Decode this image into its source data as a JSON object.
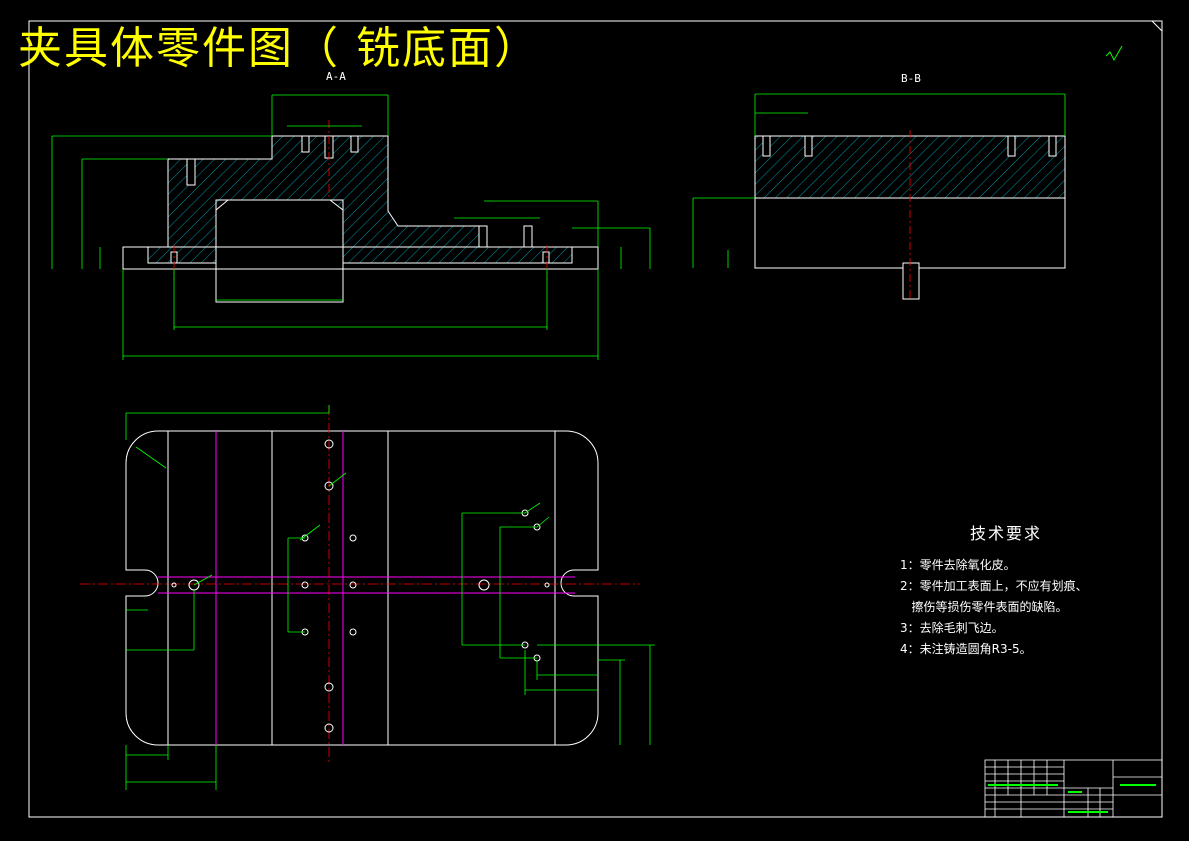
{
  "title": "夹具体零件图（  铣底面）",
  "views": {
    "section_a": "A-A",
    "section_b": "B-B"
  },
  "technical_requirements": {
    "heading": "技术要求",
    "items": [
      "1：零件去除氧化皮。",
      "2：零件加工表面上，不应有划痕、",
      "   擦伤等损伤零件表面的缺陷。",
      "3：去除毛刺飞边。",
      "4：未注铸造圆角R3-5。"
    ]
  },
  "colors": {
    "background": "#000000",
    "outline": "#ffffff",
    "dimension": "#00ff00",
    "centerline": "#ff0000",
    "auxiliary": "#ff00ff",
    "hatch": "#00bcd4",
    "title": "#ffff00",
    "frame": "#ffffff"
  }
}
